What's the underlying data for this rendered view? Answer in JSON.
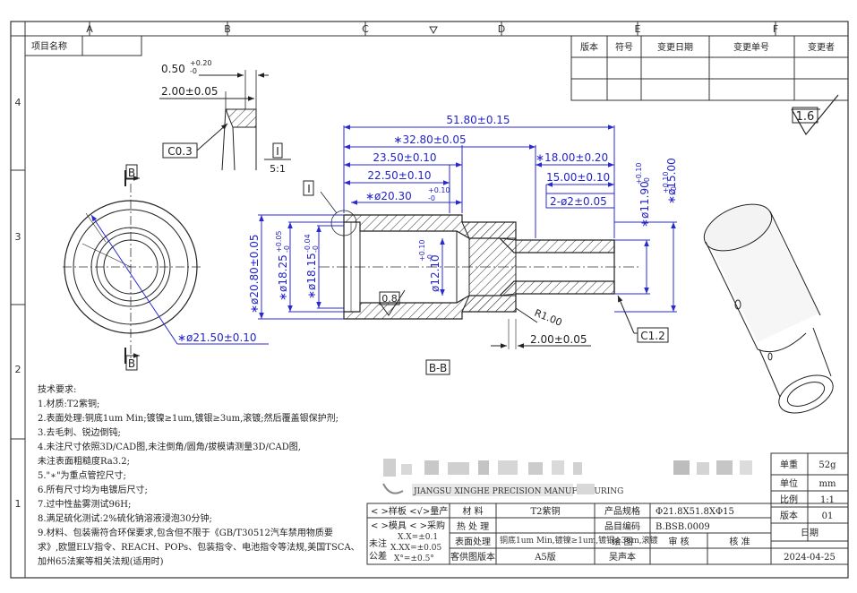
{
  "zone_letters": [
    "A",
    "B",
    "C",
    "D",
    "E",
    "F"
  ],
  "zone_numbers": [
    "4",
    "3",
    "2",
    "1"
  ],
  "header": {
    "project_name_label": "项目名称",
    "revision_headers": [
      "版本",
      "符号",
      "变更日期",
      "变更单号",
      "变更者"
    ]
  },
  "surface_symbol": "1.6",
  "detail": {
    "dim_width": "0.50",
    "dim_width_tol": "+0.20",
    "dim_width_tol_low": "-0",
    "dim_distance": "2.00±0.05",
    "chamfer": "C0.3",
    "marker": "I",
    "scale": "5:1"
  },
  "end_view": {
    "section_mark": "B",
    "diameter": "∗ø21.50±0.10"
  },
  "section_view": {
    "label": "B-B",
    "detail_marker": "I",
    "dims_top": [
      "51.80±0.15",
      "∗32.80±0.05",
      "23.50±0.10",
      "22.50±0.10"
    ],
    "dim_20_30": "∗ø20.30",
    "dim_20_30_tol": "+0.10",
    "dim_20_30_tol_low": "-0",
    "dim_18_00": "∗18.00±0.20",
    "dim_15_00": "15.00±0.10",
    "holes": "2-ø2±0.05",
    "dim_left_20_80": "∗ø20.80±0.05",
    "dim_18_25": "∗ø18.25",
    "dim_18_25_tol": "+0.05",
    "dim_18_25_tol_low": "-0",
    "dim_18_15": "∗ø18.15",
    "dim_18_15_tol": "-0.04",
    "dim_18_15_tol_low": "-0",
    "dim_12_10": "ø12.10",
    "dim_12_10_tol": "+0.10",
    "dim_12_10_tol_low": "-0",
    "dim_11_90": "∗ø11.90",
    "dim_11_90_tol": "+0.10",
    "dim_11_90_tol_low": "-0",
    "dim_15_00_dia": "∗ø15.00",
    "dim_15_00_dia_tol": "+0.10",
    "dim_15_00_dia_tol_low": "-0",
    "roughness_inner": "0.8",
    "radius": "R1.00",
    "dim_bottom": "2.00±0.05",
    "chamfer": "C1.2"
  },
  "tech_requirements": {
    "title": "技术要求:",
    "lines": [
      "1.材质:T2紫铜;",
      "2.表面处理:铜底1um Min;镀镍≥1um,镀银≥3um,滚镀;然后覆盖银保护剂;",
      "3.去毛刺、锐边倒钝;",
      "4.未注尺寸依照3D/CAD图,未注倒角/圆角/拔模请测量3D/CAD图,",
      "   未注表面粗糙度Ra3.2;",
      "5.\"∗\"为重点管控尺寸;",
      "6.所有尺寸均为电镀后尺寸;",
      "7.过中性盐雾测试96H;",
      "8.满足硫化测试:2%硫化钠溶液浸泡30分钟;",
      "9.材料、包装需符合环保要求,包含但不限于《GB/T30512汽车禁用物质要",
      "求》,欧盟ELV指令、REACH、POPs、包装指令、电池指令等法规,美国TSCA、",
      "加州65法案等相关法规(适用时)"
    ]
  },
  "title_block": {
    "unit_weight_label": "单重",
    "unit_weight_value": "52g",
    "unit_label": "单位",
    "unit_value": "mm",
    "scale_label": "比例",
    "scale_value": "1:1",
    "version_label": "版本",
    "version_value": "01",
    "sample_line": "< >样板 <√>量产",
    "mold_line": "< >模具 < >采购",
    "tol1": "X.X=±0.1",
    "tol2": "X.XX=±0.05",
    "tol3": "X°=±0.5°",
    "tol_side1": "未注",
    "tol_side2": "公差",
    "material_label": "材 料",
    "material_value": "T2紫铜",
    "heat_label": "热 处 理",
    "surface_label": "表面处理",
    "surface_value": "铜底1um Min,镀镍≥1um,镀银≥3um,滚镀",
    "drawing_version_label": "客供图版本",
    "drawing_version_value": "A5版",
    "company_line": "JIANGSU XINGHE PRECISION MANUFACTURING",
    "product_spec_label": "产品规格",
    "product_spec_value": "Φ21.8X51.8XΦ15",
    "part_number_label": "品目编码",
    "part_number_value": "B.BSB.0009",
    "drawn_label": "绘 图",
    "check_label": "审 核",
    "approve_label": "核 准",
    "date_label": "日期",
    "drawer": "吴声本",
    "date": "2024-04-25"
  }
}
